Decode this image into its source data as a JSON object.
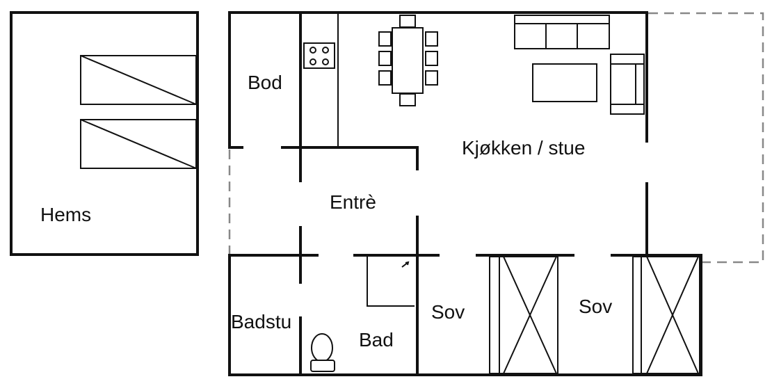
{
  "rooms": {
    "hems": "Hems",
    "bod": "Bod",
    "kitchen_living": "Kjøkken / stue",
    "entry": "Entrè",
    "sauna": "Badstu",
    "bath": "Bad",
    "bedroom_1": "Sov",
    "bedroom_2": "Sov"
  },
  "colors": {
    "wall": "#111111",
    "terrace_outline": "#888888",
    "background": "#ffffff"
  }
}
